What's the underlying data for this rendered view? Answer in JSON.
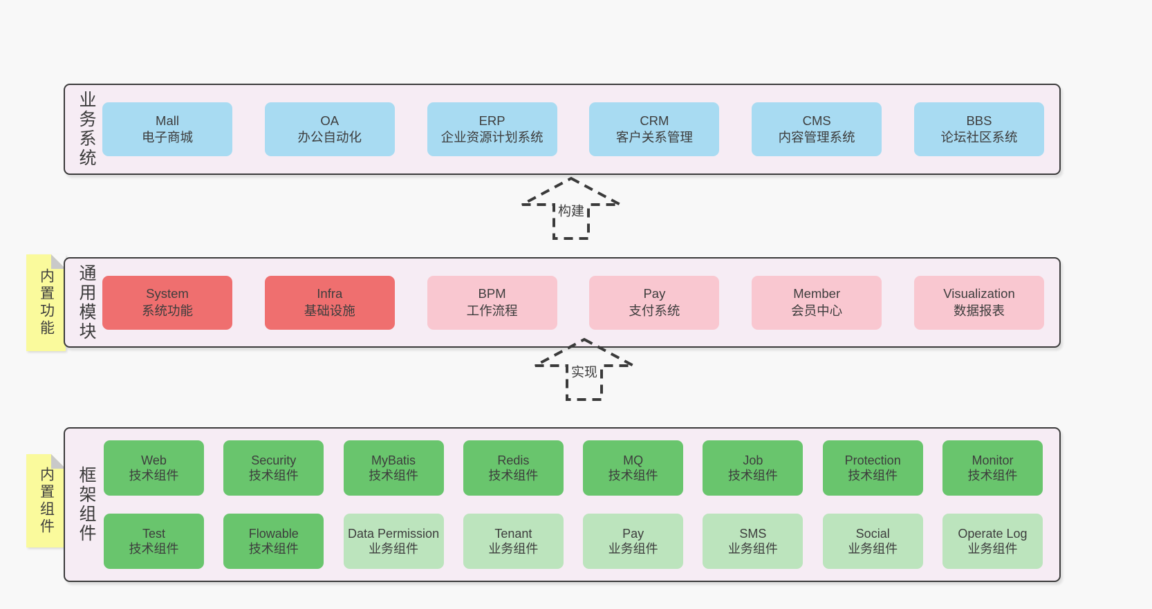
{
  "colors": {
    "page_bg": "#f8f8f8",
    "band_bg": "#f6ecf4",
    "band_border": "#3a3a3a",
    "blue": "#a8dbf2",
    "red": "#ef6f6f",
    "pink": "#f9c7d0",
    "green": "#69c56d",
    "light_green": "#bce4bd",
    "note_yellow": "#fafa9c",
    "text": "#3d3d3d"
  },
  "bands": [
    {
      "label": "业务系统",
      "boxes": [
        {
          "title": "Mall",
          "subtitle": "电子商城",
          "variant": "blue"
        },
        {
          "title": "OA",
          "subtitle": "办公自动化",
          "variant": "blue"
        },
        {
          "title": "ERP",
          "subtitle": "企业资源计划系统",
          "variant": "blue"
        },
        {
          "title": "CRM",
          "subtitle": "客户关系管理",
          "variant": "blue"
        },
        {
          "title": "CMS",
          "subtitle": "内容管理系统",
          "variant": "blue"
        },
        {
          "title": "BBS",
          "subtitle": "论坛社区系统",
          "variant": "blue"
        }
      ]
    },
    {
      "label": "通用模块",
      "note": "内置功能",
      "boxes": [
        {
          "title": "System",
          "subtitle": "系统功能",
          "variant": "red"
        },
        {
          "title": "Infra",
          "subtitle": "基础设施",
          "variant": "red"
        },
        {
          "title": "BPM",
          "subtitle": "工作流程",
          "variant": "pink"
        },
        {
          "title": "Pay",
          "subtitle": "支付系统",
          "variant": "pink"
        },
        {
          "title": "Member",
          "subtitle": "会员中心",
          "variant": "pink"
        },
        {
          "title": "Visualization",
          "subtitle": "数据报表",
          "variant": "pink"
        }
      ]
    },
    {
      "label": "框架组件",
      "note": "内置组件",
      "boxes": [
        {
          "title": "Web",
          "subtitle": "技术组件",
          "variant": "green"
        },
        {
          "title": "Security",
          "subtitle": "技术组件",
          "variant": "green"
        },
        {
          "title": "MyBatis",
          "subtitle": "技术组件",
          "variant": "green"
        },
        {
          "title": "Redis",
          "subtitle": "技术组件",
          "variant": "green"
        },
        {
          "title": "MQ",
          "subtitle": "技术组件",
          "variant": "green"
        },
        {
          "title": "Job",
          "subtitle": "技术组件",
          "variant": "green"
        },
        {
          "title": "Protection",
          "subtitle": "技术组件",
          "variant": "green"
        },
        {
          "title": "Monitor",
          "subtitle": "技术组件",
          "variant": "green"
        },
        {
          "title": "Test",
          "subtitle": "技术组件",
          "variant": "green"
        },
        {
          "title": "Flowable",
          "subtitle": "技术组件",
          "variant": "green"
        },
        {
          "title": "Data Permission",
          "subtitle": "业务组件",
          "variant": "lightgreen"
        },
        {
          "title": "Tenant",
          "subtitle": "业务组件",
          "variant": "lightgreen"
        },
        {
          "title": "Pay",
          "subtitle": "业务组件",
          "variant": "lightgreen"
        },
        {
          "title": "SMS",
          "subtitle": "业务组件",
          "variant": "lightgreen"
        },
        {
          "title": "Social",
          "subtitle": "业务组件",
          "variant": "lightgreen"
        },
        {
          "title": "Operate Log",
          "subtitle": "业务组件",
          "variant": "lightgreen"
        }
      ]
    }
  ],
  "arrows": [
    {
      "label": "构建"
    },
    {
      "label": "实现"
    }
  ]
}
